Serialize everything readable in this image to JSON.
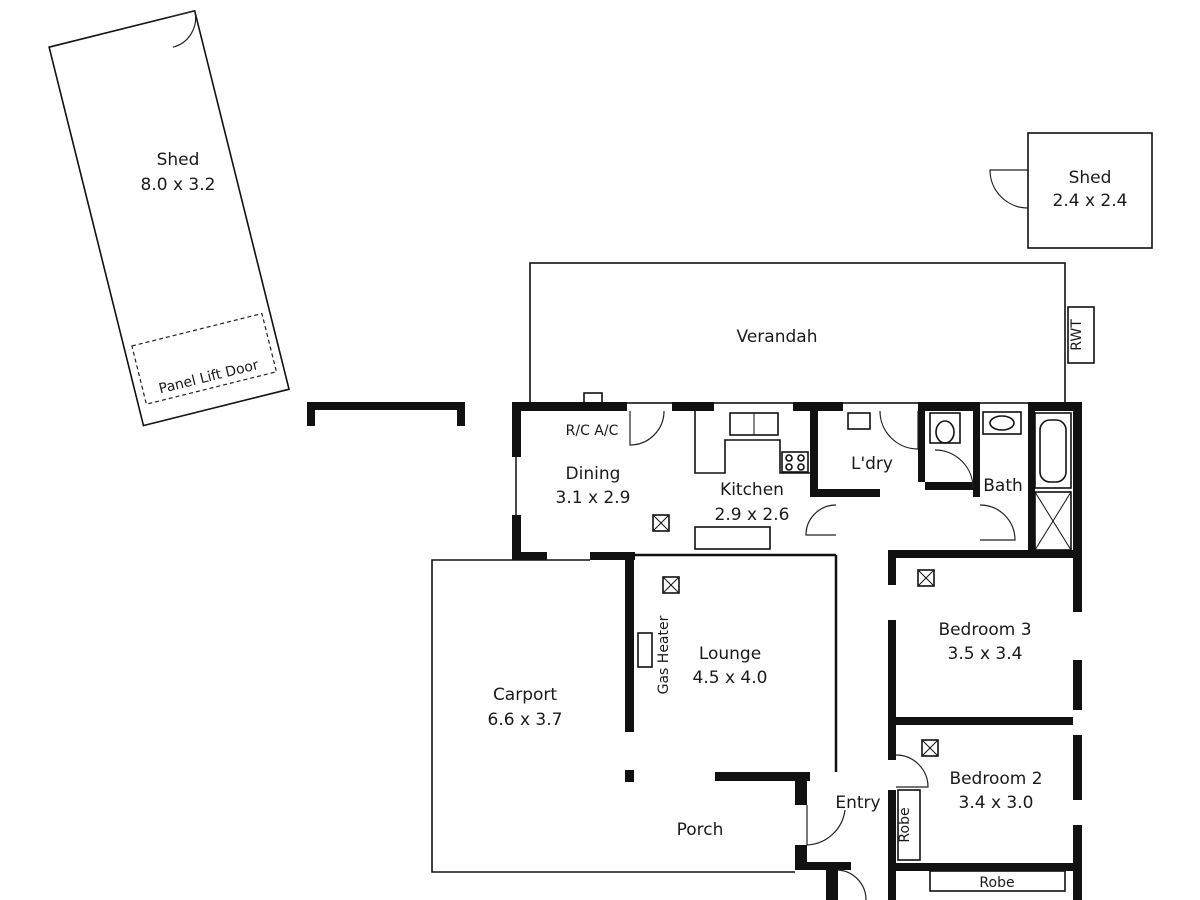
{
  "rooms": {
    "shed_large": {
      "name": "Shed",
      "dims": "8.0 x 3.2",
      "door_label": "Panel Lift Door"
    },
    "shed_small": {
      "name": "Shed",
      "dims": "2.4 x 2.4"
    },
    "verandah": {
      "name": "Verandah"
    },
    "rwt": {
      "name": "RWT"
    },
    "dining": {
      "name": "Dining",
      "dims": "3.1 x 2.9",
      "note": "R/C A/C"
    },
    "kitchen": {
      "name": "Kitchen",
      "dims": "2.9 x 2.6"
    },
    "laundry": {
      "name": "L'dry"
    },
    "bath": {
      "name": "Bath"
    },
    "lounge": {
      "name": "Lounge",
      "dims": "4.5 x 4.0",
      "heater": "Gas Heater"
    },
    "carport": {
      "name": "Carport",
      "dims": "6.6 x 3.7"
    },
    "porch": {
      "name": "Porch"
    },
    "entry": {
      "name": "Entry"
    },
    "bedroom3": {
      "name": "Bedroom 3",
      "dims": "3.5 x 3.4"
    },
    "bedroom2": {
      "name": "Bedroom 2",
      "dims": "3.4 x 3.0"
    },
    "robe_vertical": {
      "name": "Robe"
    },
    "robe_horizontal": {
      "name": "Robe"
    }
  }
}
